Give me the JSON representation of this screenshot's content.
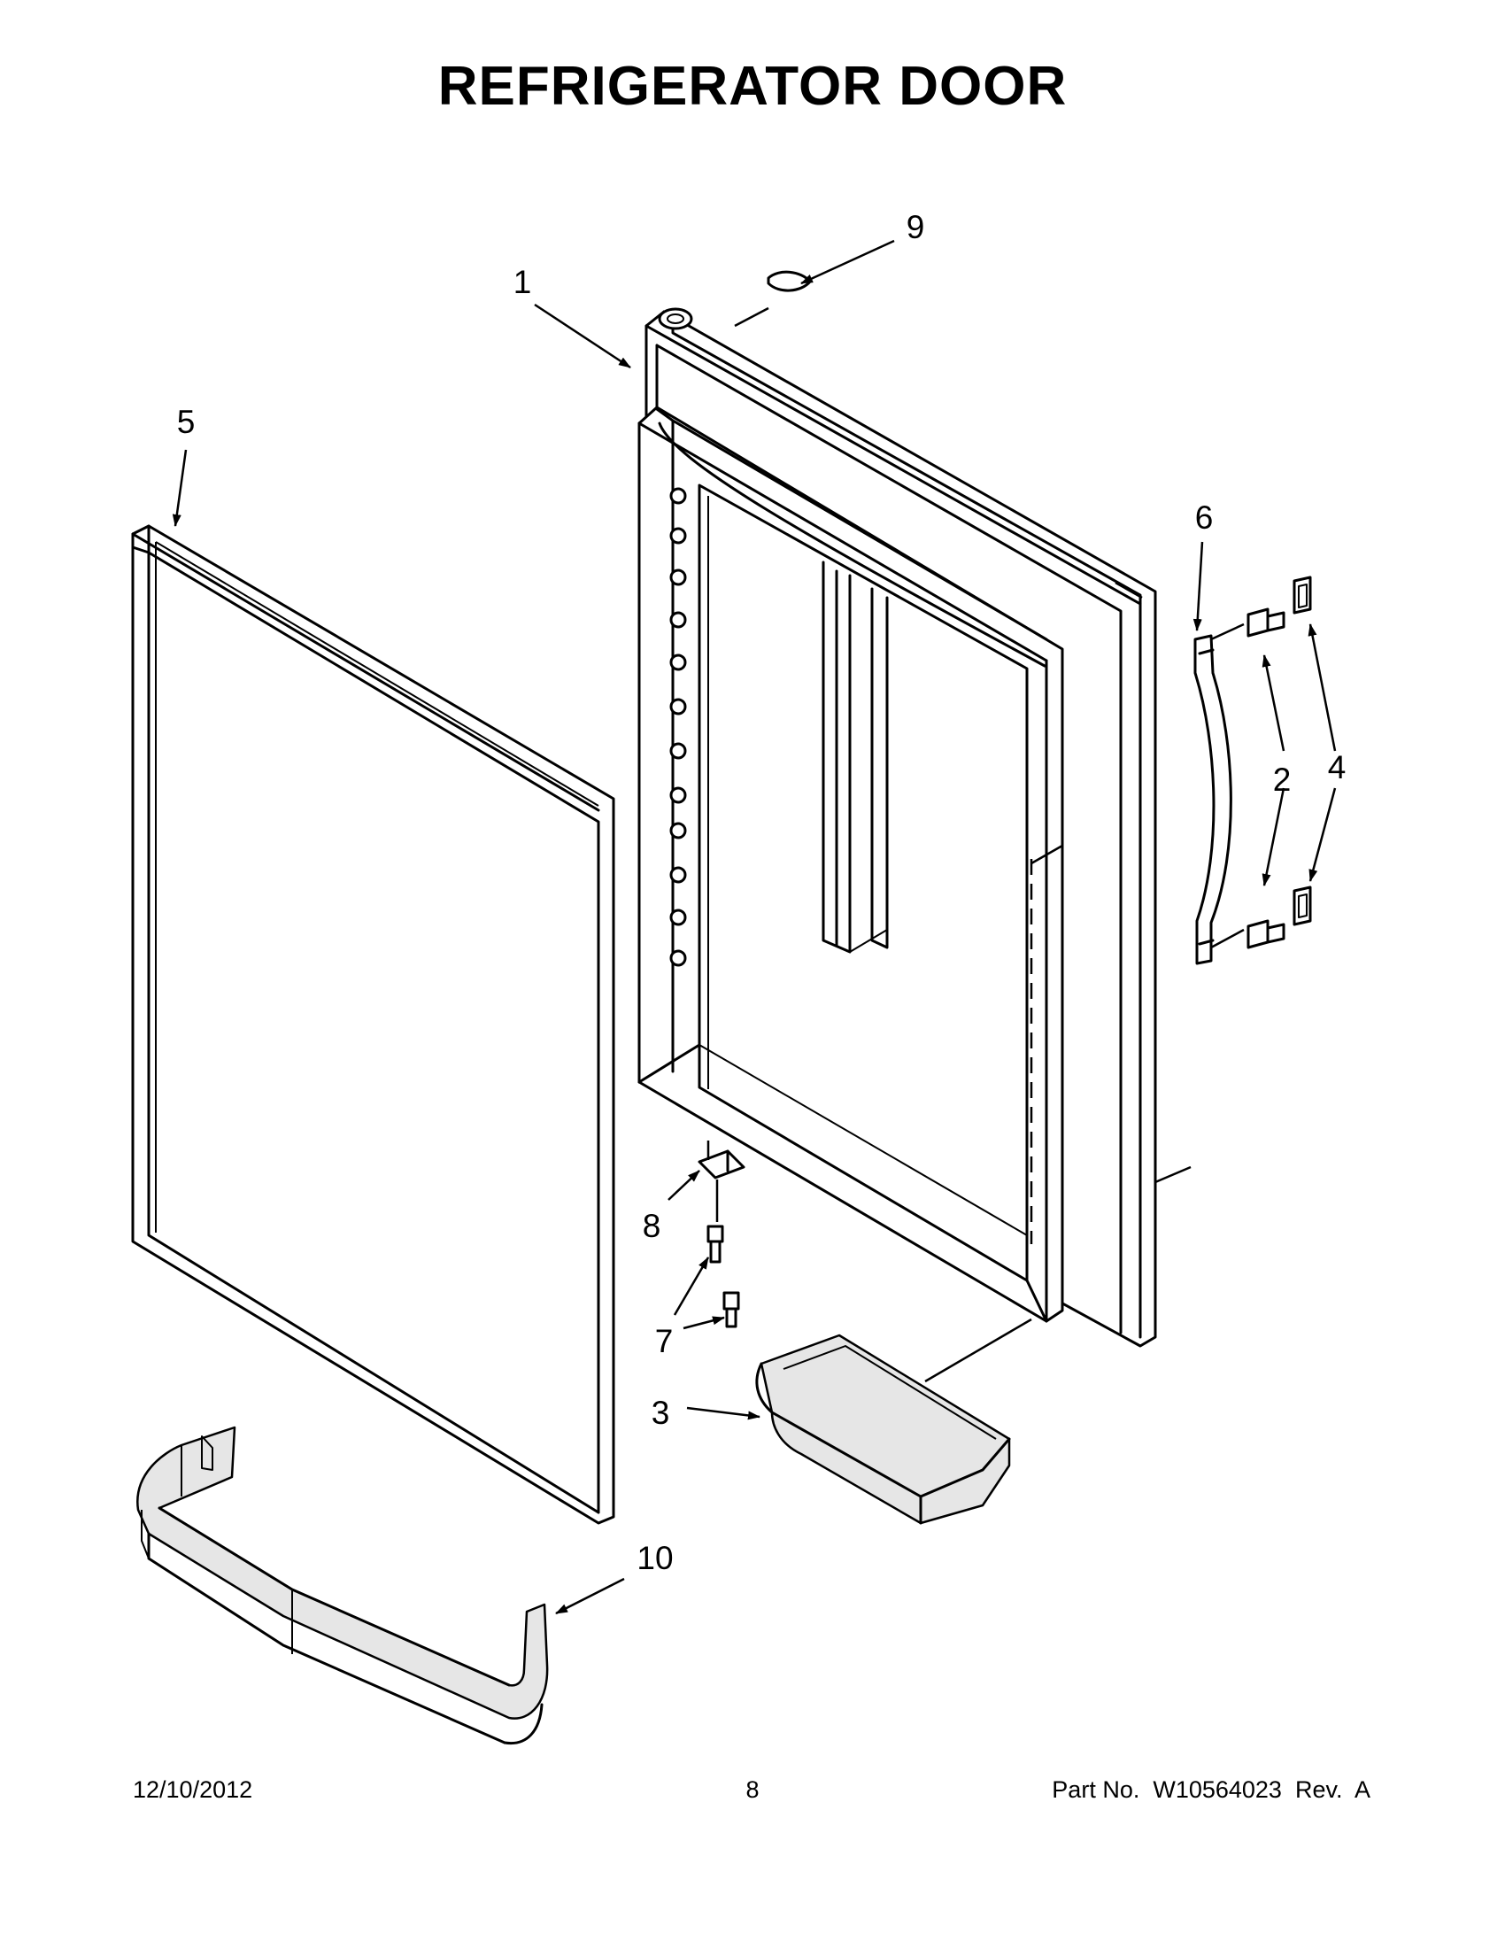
{
  "title": "REFRIGERATOR DOOR",
  "callouts": {
    "c1": "1",
    "c2": "2",
    "c3": "3",
    "c4": "4",
    "c5": "5",
    "c6": "6",
    "c7": "7",
    "c8": "8",
    "c9": "9",
    "c10": "10"
  },
  "footer": {
    "date": "12/10/2012",
    "page": "8",
    "part_no": "Part No.  W10564023  Rev.  A"
  }
}
